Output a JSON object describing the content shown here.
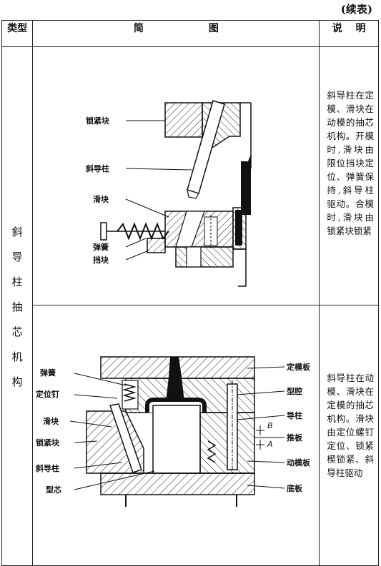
{
  "continued_label": "(续表)",
  "header": {
    "type_col_label": "类型",
    "diagram_col_label": [
      "简",
      "图"
    ],
    "note_col_label": [
      "说",
      "明"
    ]
  },
  "type_chars": [
    "斜",
    "导",
    "柱",
    "抽",
    "芯",
    "机",
    "构"
  ],
  "figure1": {
    "labels": {
      "locking_block": "锁紧块",
      "angle_pin": "斜导柱",
      "slider": "滑块",
      "spring": "弹簧",
      "stop_block": "挡块"
    },
    "note": "斜导柱在定模、滑块在动模的抽芯机构。开模时,滑块由限位挡块定位、弹簧保持,斜导柱驱动。合模时,滑块由锁紧块锁紧"
  },
  "figure2": {
    "labels": {
      "spring": "弹簧",
      "locating_screw": "定位钉",
      "slider": "滑块",
      "locking_block": "锁紧块",
      "angle_pin": "斜导柱",
      "core": "型芯",
      "fixed_plate": "定模板",
      "cavity": "型腔",
      "guide_pin": "导柱",
      "push_plate": "推板",
      "moving_plate": "动模板",
      "base_plate": "底板",
      "parting_b": "B",
      "parting_a": "A"
    },
    "note": "斜导柱在动模、滑块在定模的抽芯机构。滑块由定位螺钉定位、锁紧楔锁紧、斜导柱驱动"
  }
}
